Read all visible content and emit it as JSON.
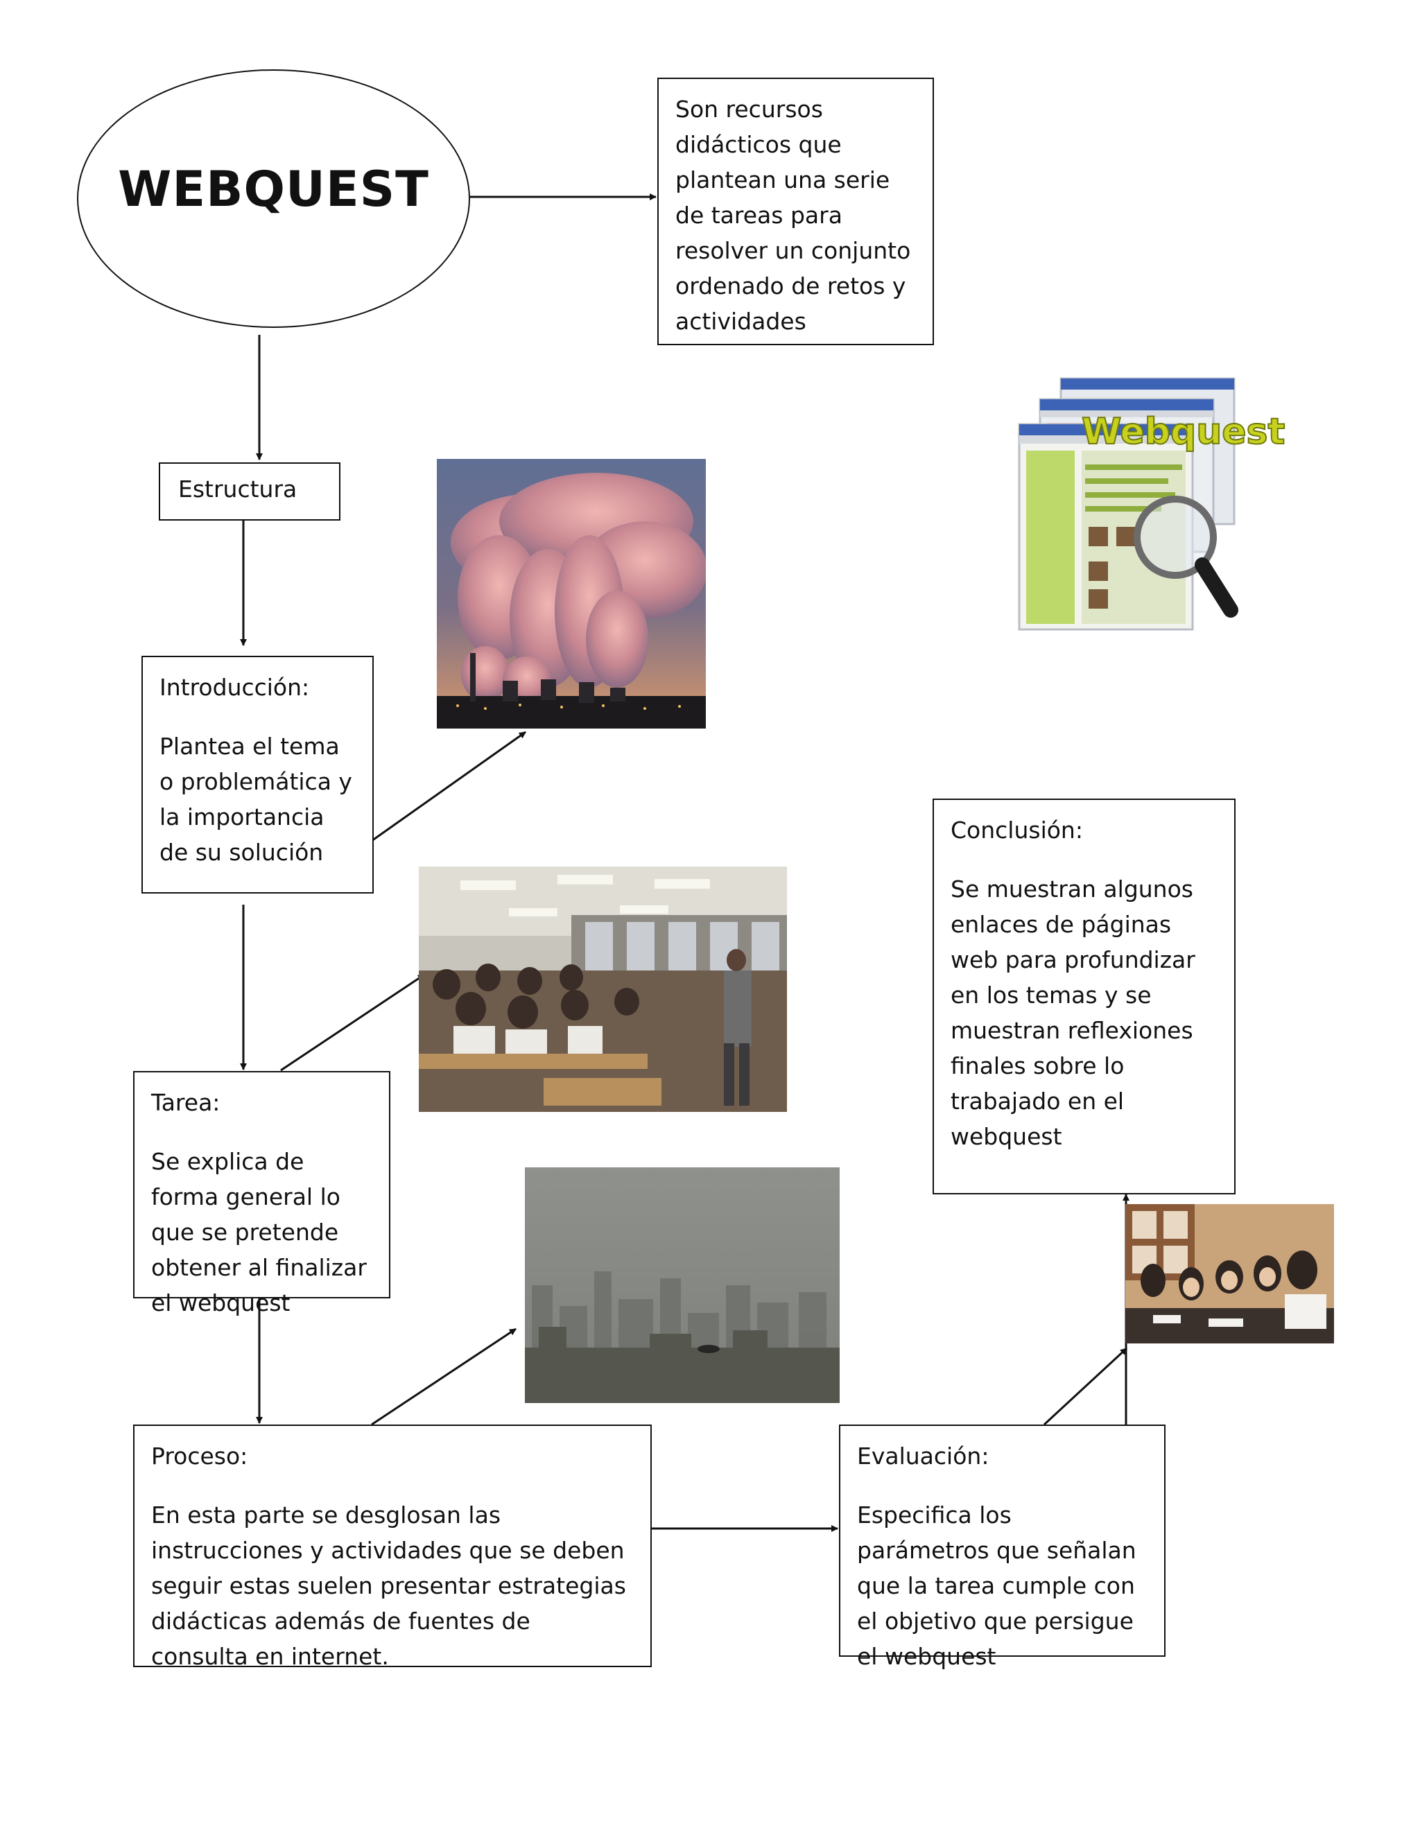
{
  "title": "WEBQUEST",
  "definition": "Son recursos didácticos que plantean una serie de tareas para resolver un conjunto ordenado de retos y  actividades",
  "estructura": "Estructura",
  "introduccion": {
    "heading": "Introducción:",
    "text": "Plantea el tema o problemática  y la importancia de su solución"
  },
  "tarea": {
    "heading": "Tarea:",
    "text": "Se explica  de forma general lo que se pretende obtener al finalizar el webquest"
  },
  "proceso": {
    "heading": "Proceso:",
    "text": "En esta parte se desglosan las instrucciones y actividades que se deben seguir  estas  suelen presentar  estrategias didácticas además de fuentes de consulta en internet."
  },
  "evaluacion": {
    "heading": "Evaluación:",
    "text": "Especifica  los parámetros que señalan   que la tarea cumple con el objetivo que persigue el webquest"
  },
  "conclusion": {
    "heading": "Conclusión:",
    "text": "Se muestran algunos enlaces de páginas web para profundizar en los temas  y se muestran reflexiones  finales  sobre lo trabajado en el webquest"
  },
  "logo": {
    "text": "Webquest",
    "text_color": "#c8d21e"
  },
  "images": [
    "smokestack-photo",
    "classroom-photo",
    "smog-city-photo",
    "group-meeting-photo",
    "webquest-logo"
  ]
}
